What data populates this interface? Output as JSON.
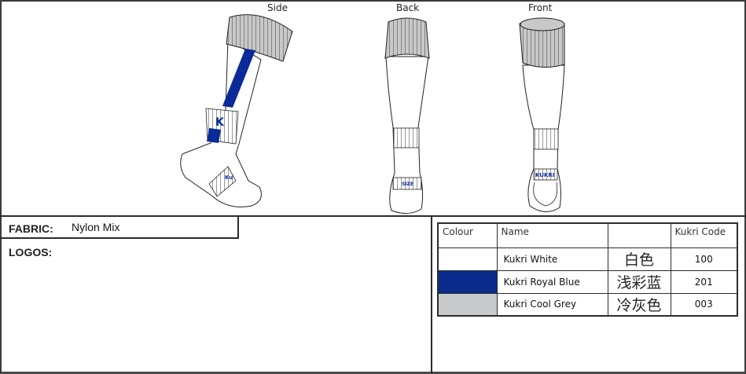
{
  "views": {
    "side": "Side",
    "back": "Back",
    "front": "Front"
  },
  "sock_colors": {
    "white": "#ffffff",
    "royal_blue": "#0a2a9a",
    "cool_grey": "#c8c8c8",
    "outline": "#222222"
  },
  "sock_marks": {
    "side_logo": "K",
    "back_label": "SIZE",
    "front_label": "KUKRI",
    "side_foot_label": "Ku"
  },
  "fabric": {
    "label": "FABRIC:",
    "value": "Nylon Mix"
  },
  "logos": {
    "label": "LOGOS:"
  },
  "colour_table": {
    "headers": [
      "Colour",
      "Name",
      "",
      "Kukri Code"
    ],
    "rows": [
      {
        "swatch": "#ffffff",
        "name": "Kukri White",
        "chinese": "白色",
        "code": "100"
      },
      {
        "swatch": "#0a2a8c",
        "name": "Kukri Royal Blue",
        "chinese": "浅彩蓝",
        "code": "201"
      },
      {
        "swatch": "#c8c9cb",
        "name": "Kukri Cool Grey",
        "chinese": "冷灰色",
        "code": "003"
      }
    ]
  }
}
